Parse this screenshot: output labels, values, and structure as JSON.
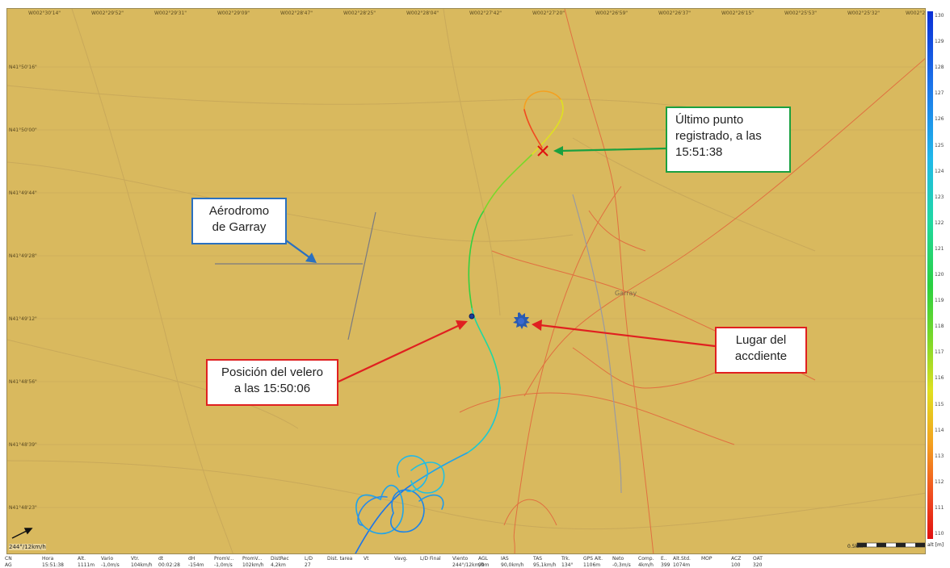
{
  "map": {
    "lon_labels": [
      "W002°30'14\"",
      "W002°29'52\"",
      "W002°29'31\"",
      "W002°29'09\"",
      "W002°28'47\"",
      "W002°28'25\"",
      "W002°28'04\"",
      "W002°27'42\"",
      "W002°27'20\"",
      "W002°26'59\"",
      "W002°26'37\"",
      "W002°26'15\"",
      "W002°25'53\"",
      "W002°25'32\"",
      "W002°2"
    ],
    "lat_labels": [
      "N41°50'16\"",
      "N41°50'00\"",
      "N41°49'44\"",
      "N41°49'28\"",
      "N41°49'12\"",
      "N41°48'56\"",
      "N41°48'39\"",
      "N41°48'23\""
    ],
    "town_label": "Garray",
    "wind_indicator": "244°/12km/h",
    "scale_label": "0.5km",
    "colors": {
      "background": "#d9b95e",
      "roads": "#e07040",
      "track_high": "#e01010",
      "track_low": "#1b74ea"
    }
  },
  "callouts": {
    "last_point": "Último punto\nregistrado, a las\n15:51:38",
    "aerodrome": "Aérodromo\nde Garray",
    "accident": "Lugar del\naccdiente",
    "glider_position": "Posición del velero\na las 15:50:06"
  },
  "colorbar": {
    "ticks": [
      "130",
      "129",
      "128",
      "127",
      "126",
      "125",
      "124",
      "123",
      "122",
      "121",
      "120",
      "119",
      "118",
      "117",
      "116",
      "115",
      "114",
      "113",
      "112",
      "111",
      "110"
    ],
    "unit": "alt [m]"
  },
  "table": {
    "headers": [
      "CN",
      "Hora",
      "Alt.",
      "Vario",
      "Vtr.",
      "dt",
      "dH",
      "PromV...",
      "PromV...",
      "DistRec",
      "L/D",
      "Dist. tarea",
      "Vt",
      "Vavg.",
      "L/D Final",
      "Viento",
      "AGL",
      "IAS",
      "TAS",
      "Trk.",
      "GPS Alt.",
      "Neto",
      "Comp.",
      "E..",
      "Alt.Std.",
      "MOP",
      "ACZ",
      "OAT"
    ],
    "values": [
      "AG",
      "15:51:38",
      "1111m",
      "-1,0m/s",
      "104km/h",
      "00:02:28",
      "-154m",
      "-1,0m/s",
      "102km/h",
      "4,2km",
      "27",
      "",
      "",
      "",
      "",
      "244°/12km/h",
      "99m",
      "90,0km/h",
      "95,1km/h",
      "134°",
      "1106m",
      "-0,3m/s",
      "4km/h",
      "399",
      "1074m",
      "",
      "100",
      "320"
    ]
  }
}
